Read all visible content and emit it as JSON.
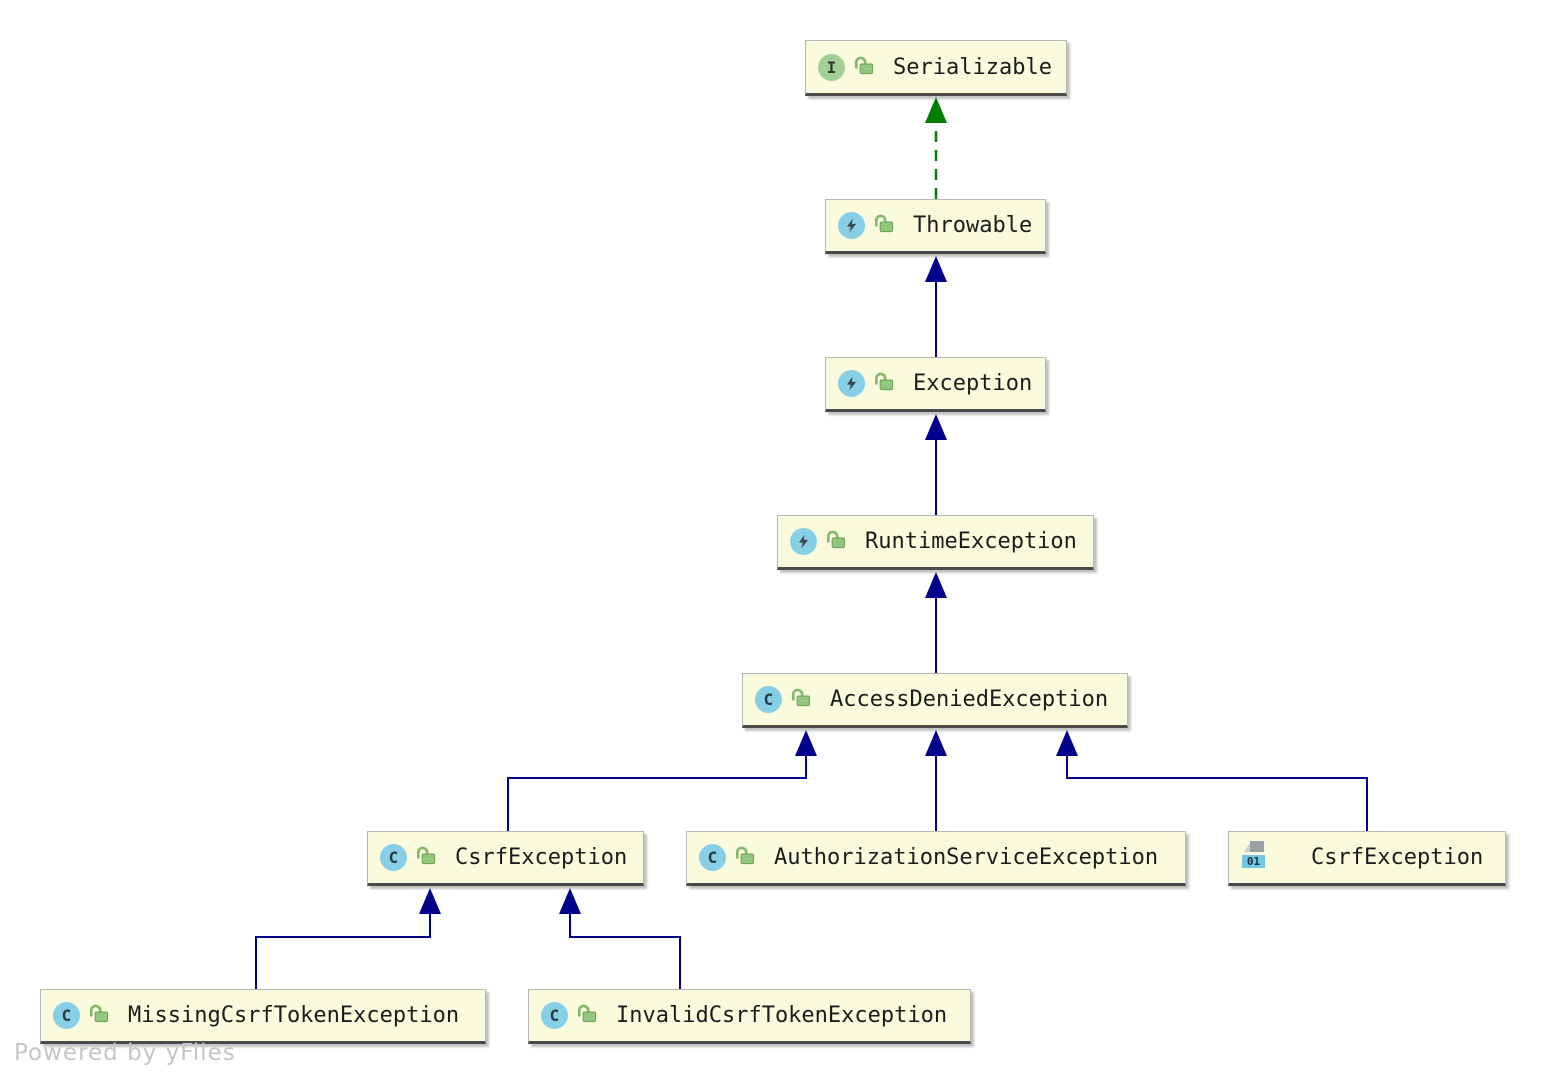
{
  "diagram": {
    "watermark": "Powered by yFiles",
    "colors": {
      "node_background": "#FAFADC",
      "node_border": "#B6B6B6",
      "node_bottom_edge": "#4A4A4A",
      "extends_edge": "#00008B",
      "implements_edge": "#007F00",
      "interface_icon_bg": "#A3CF97",
      "class_icon_bg": "#87CFE6",
      "lock_icon_green": "#94C77E",
      "label_text": "#1C1C1C",
      "watermark_text": "#C6C6C6"
    },
    "icons": {
      "interface_letter": "I",
      "class_letter": "C",
      "compiled_class_label": "01"
    },
    "nodes": {
      "serializable": {
        "label": "Serializable",
        "kind": "interface",
        "visibility": "public"
      },
      "throwable": {
        "label": "Throwable",
        "kind": "exception-class",
        "visibility": "public"
      },
      "exception": {
        "label": "Exception",
        "kind": "exception-class",
        "visibility": "public"
      },
      "runtime_exception": {
        "label": "RuntimeException",
        "kind": "exception-class",
        "visibility": "public"
      },
      "access_denied_exception": {
        "label": "AccessDeniedException",
        "kind": "class",
        "visibility": "public"
      },
      "csrf_exception": {
        "label": "CsrfException",
        "kind": "class",
        "visibility": "public"
      },
      "authorization_service_exception": {
        "label": "AuthorizationServiceException",
        "kind": "class",
        "visibility": "public"
      },
      "csrf_exception_compiled": {
        "label": "CsrfException",
        "kind": "compiled-class-file"
      },
      "missing_csrf_token_exception": {
        "label": "MissingCsrfTokenException",
        "kind": "class",
        "visibility": "public"
      },
      "invalid_csrf_token_exception": {
        "label": "InvalidCsrfTokenException",
        "kind": "class",
        "visibility": "public"
      }
    },
    "edges": [
      {
        "from": "throwable",
        "to": "serializable",
        "relation": "implements"
      },
      {
        "from": "exception",
        "to": "throwable",
        "relation": "extends"
      },
      {
        "from": "runtime_exception",
        "to": "exception",
        "relation": "extends"
      },
      {
        "from": "access_denied_exception",
        "to": "runtime_exception",
        "relation": "extends"
      },
      {
        "from": "csrf_exception",
        "to": "access_denied_exception",
        "relation": "extends"
      },
      {
        "from": "authorization_service_exception",
        "to": "access_denied_exception",
        "relation": "extends"
      },
      {
        "from": "csrf_exception_compiled",
        "to": "access_denied_exception",
        "relation": "extends"
      },
      {
        "from": "missing_csrf_token_exception",
        "to": "csrf_exception",
        "relation": "extends"
      },
      {
        "from": "invalid_csrf_token_exception",
        "to": "csrf_exception",
        "relation": "extends"
      }
    ]
  }
}
